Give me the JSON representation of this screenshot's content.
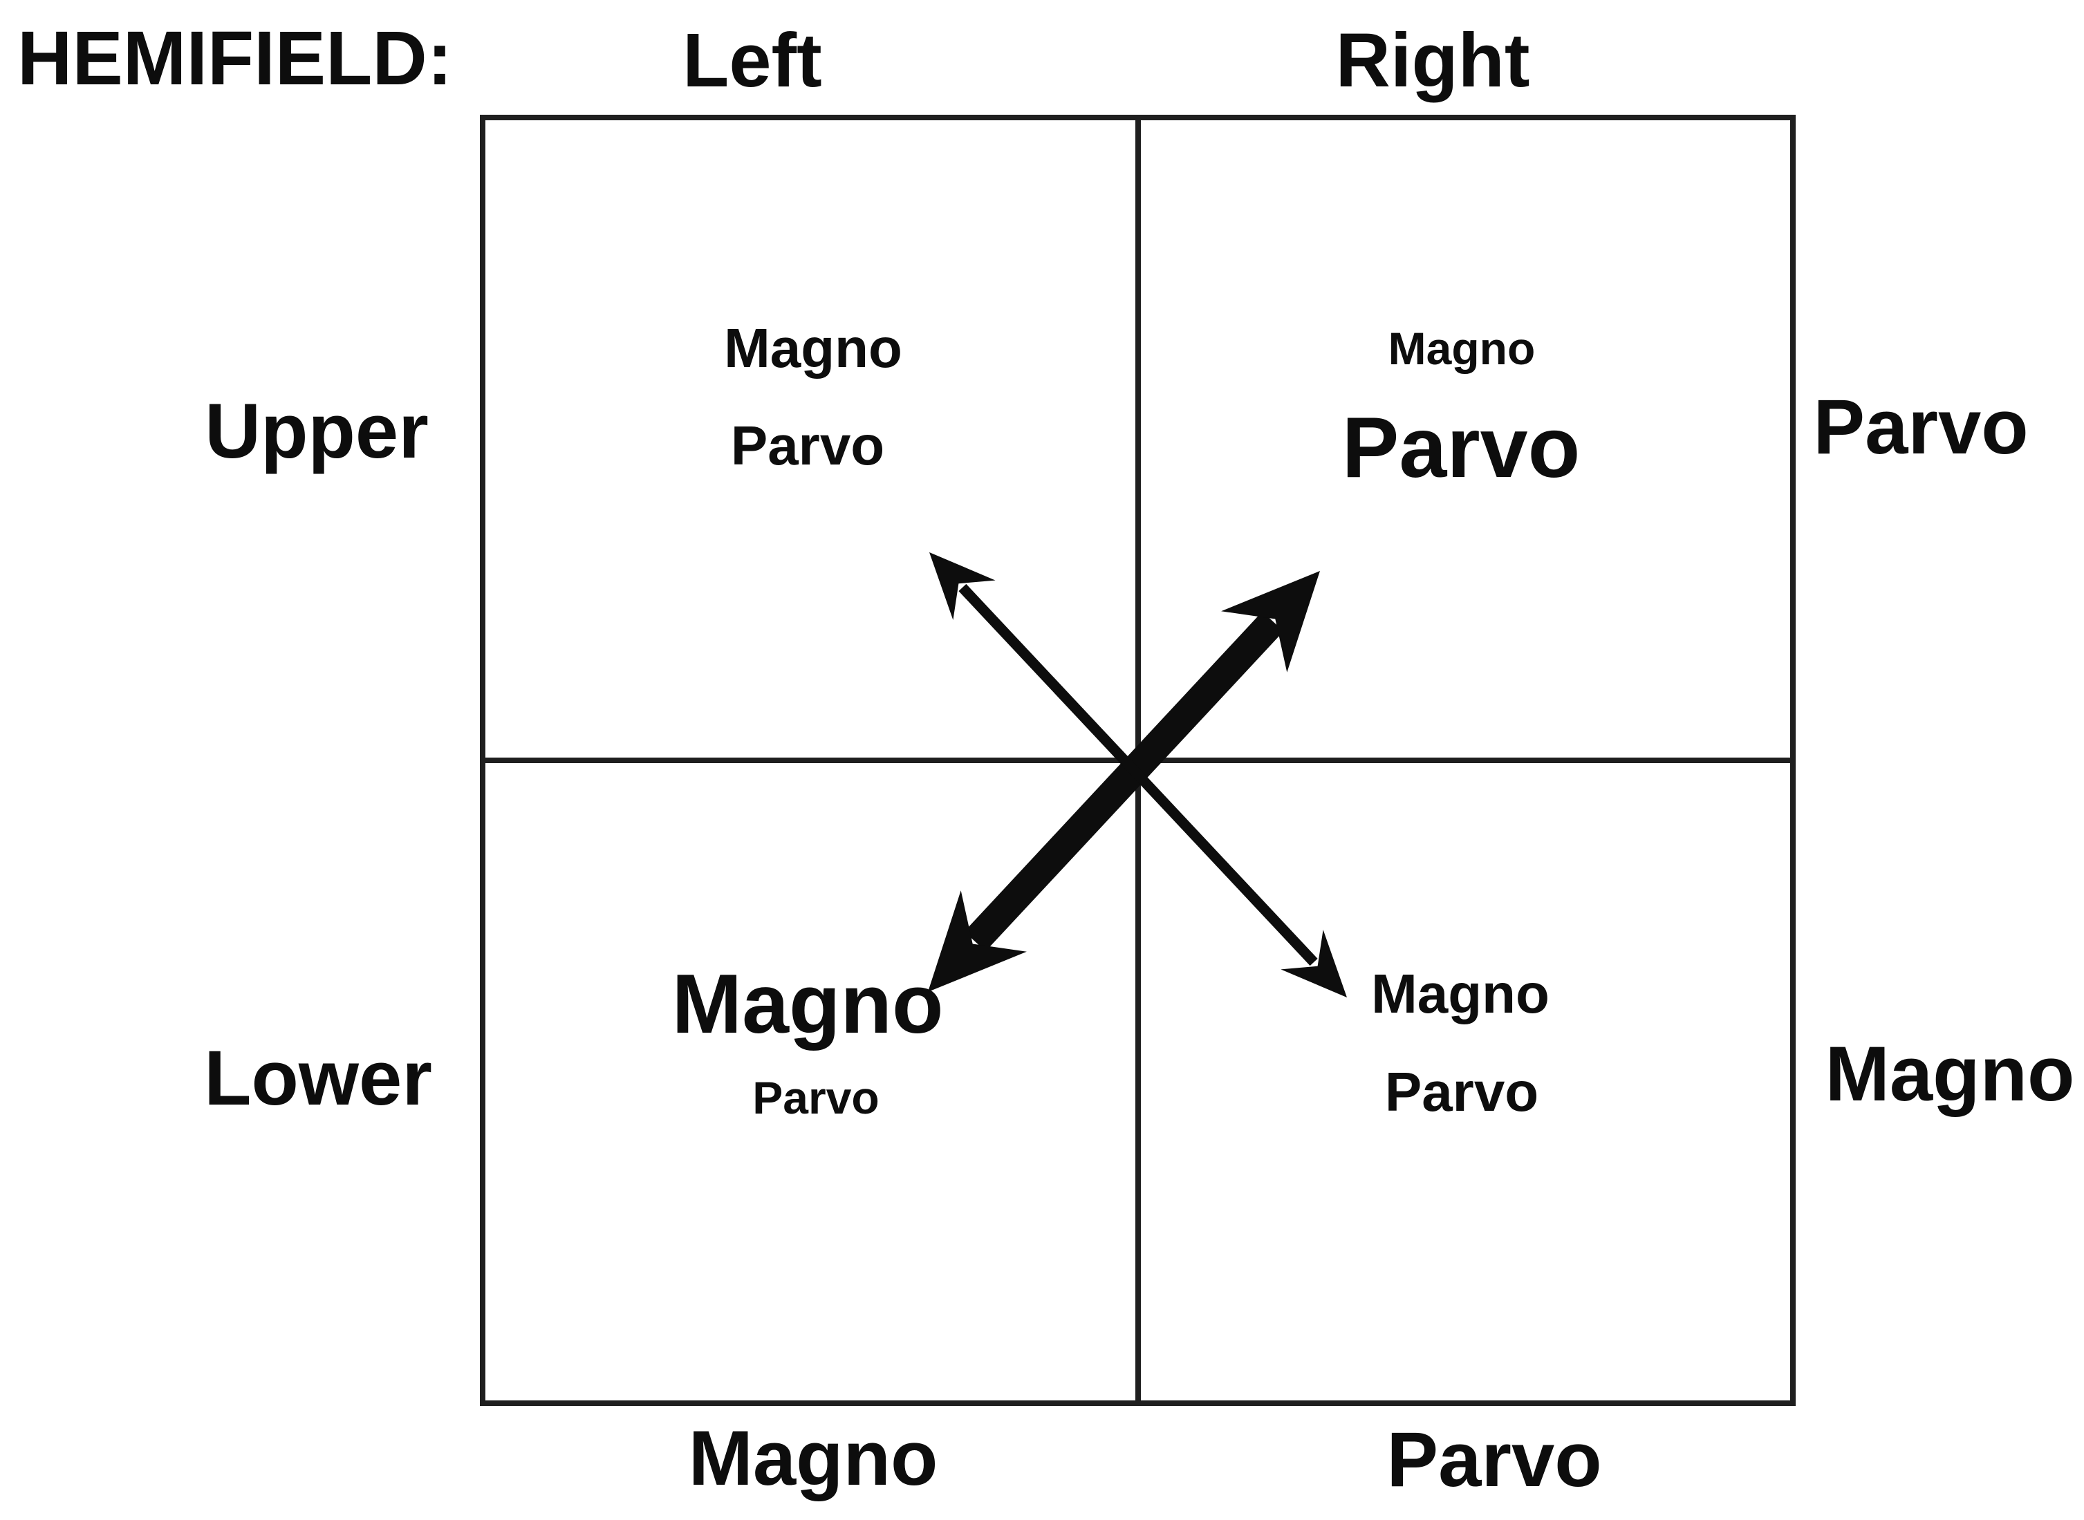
{
  "page": {
    "background": "#ffffff",
    "ink": "#0d0d0d",
    "grid_line_color": "#1f1f1f"
  },
  "header": {
    "title": "HEMIFIELD:",
    "columns": {
      "left": "Left",
      "right": "Right"
    }
  },
  "row_labels": {
    "upper": "Upper",
    "lower": "Lower"
  },
  "right_axis_labels": {
    "upper": "Parvo",
    "lower": "Magno"
  },
  "bottom_axis_labels": {
    "left_column": "Magno",
    "right_column": "Parvo"
  },
  "quadrants": {
    "upper_left": {
      "line1": "Magno",
      "line2": "Parvo",
      "emphasized": null
    },
    "upper_right": {
      "line1": "Magno",
      "line2": "Parvo",
      "emphasized": "Parvo"
    },
    "lower_left": {
      "line1": "Magno",
      "line2": "Parvo",
      "emphasized": "Magno"
    },
    "lower_right": {
      "line1": "Magno",
      "line2": "Parvo",
      "emphasized": null
    }
  },
  "arrows": {
    "thick": {
      "double_headed": true,
      "weight": "thick",
      "connects": [
        "lower_left Magno",
        "upper_right Parvo"
      ]
    },
    "thin": {
      "double_headed": true,
      "weight": "thin",
      "connects": [
        "upper_left",
        "lower_right Magno"
      ]
    }
  }
}
